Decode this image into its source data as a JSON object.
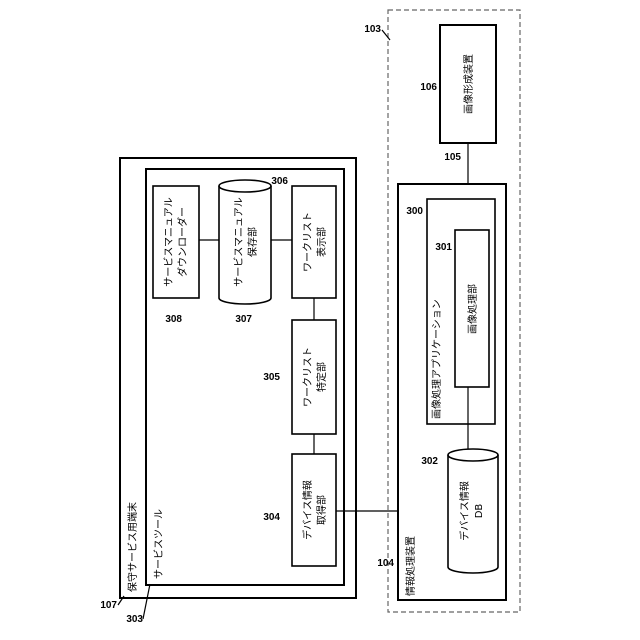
{
  "refs": {
    "r103": "103",
    "r106": "106",
    "r105": "105",
    "r300": "300",
    "r301": "301",
    "r302": "302",
    "r104": "104",
    "r306": "306",
    "r307": "307",
    "r308": "308",
    "r305": "305",
    "r304": "304",
    "r107": "107",
    "r303": "303"
  },
  "labels": {
    "image_forming_device": "画像形成装置",
    "info_processing_device": "情報処理装置",
    "image_processing_app": "画像処理アプリケーション",
    "image_processing_unit": "画像処理部",
    "device_info_db_line1": "デバイス情報",
    "device_info_db_line2": "DB",
    "maintenance_terminal": "保守サービス用端末",
    "service_tool": "サービスツール",
    "manual_downloader_line1": "サービスマニュアル",
    "manual_downloader_line2": "ダウンローダー",
    "manual_storage_line1": "サービスマニュアル",
    "manual_storage_line2": "保存部",
    "worklist_display_line1": "ワークリスト",
    "worklist_display_line2": "表示部",
    "worklist_identify_line1": "ワークリスト",
    "worklist_identify_line2": "特定部",
    "device_info_acquire_line1": "デバイス情報",
    "device_info_acquire_line2": "取得部"
  }
}
